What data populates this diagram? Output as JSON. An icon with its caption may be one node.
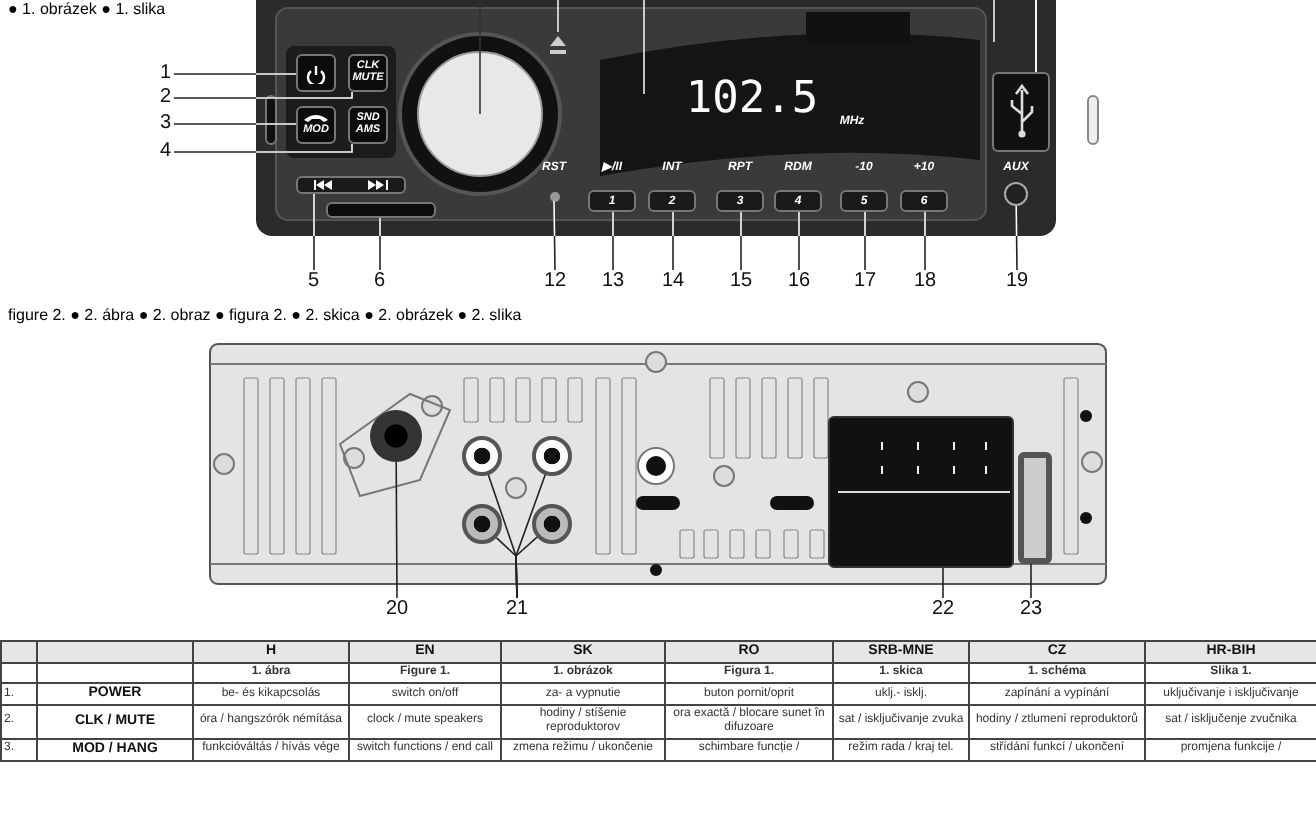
{
  "diagram": {
    "nodes": [
      {
        "text": [
          "1"
        ]
      },
      {
        "text": [
          "2"
        ]
      },
      {
        "text": [
          "3"
        ]
      },
      {
        "text": [
          "4"
        ]
      },
      {
        "text": [
          "5"
        ]
      },
      {
        "text": [
          "6"
        ]
      },
      {
        "text": [
          "12"
        ]
      },
      {
        "text": [
          "13"
        ]
      },
      {
        "text": [
          "14"
        ]
      },
      {
        "text": [
          "15"
        ]
      },
      {
        "text": [
          "16"
        ]
      },
      {
        "text": [
          "17"
        ]
      },
      {
        "text": [
          "18"
        ]
      },
      {
        "text": [
          "19"
        ]
      },
      {
        "text": [
          "20"
        ]
      },
      {
        "text": [
          "21"
        ]
      },
      {
        "text": [
          "22"
        ]
      },
      {
        "text": [
          "23"
        ]
      },
      {
        "text": [],
        "shape": "box"
      },
      {
        "text": [
          "CLK MUTE"
        ]
      },
      {
        "text": [
          "MOD"
        ]
      },
      {
        "text": [
          "SND AMS"
        ]
      },
      {
        "text": [],
        "shape": "box"
      },
      {
        "text": [],
        "shape": "box"
      },
      {
        "text": [],
        "shape": "circle"
      },
      {
        "text": [
          "1"
        ]
      },
      {
        "text": [
          "2"
        ]
      },
      {
        "text": [
          "3"
        ]
      },
      {
        "text": [
          "4"
        ]
      },
      {
        "text": [
          "5"
        ]
      },
      {
        "text": [
          "6"
        ]
      },
      {
        "text": [],
        "shape": "circle",
        "beside": [
          "AUX"
        ]
      },
      {
        "text": [],
        "shape": "circle"
      },
      {
        "text": [],
        "shape": "circle"
      },
      {
        "text": [],
        "shape": "circle"
      },
      {
        "text": [],
        "shape": "circle"
      },
      {
        "text": [],
        "shape": "circle"
      },
      {
        "text": [],
        "shape": "box"
      },
      {
        "text": [],
        "shape": "box"
      },
      {
        "text": [],
        "shape": "box"
      }
    ],
    "edges": [
      {
        "from": 0,
        "to": 18,
        "arrow": "none"
      },
      {
        "from": 1,
        "to": 19,
        "arrow": "none"
      },
      {
        "from": 2,
        "to": 20,
        "arrow": "none"
      },
      {
        "from": 3,
        "to": 21,
        "arrow": "none"
      },
      {
        "from": 4,
        "to": 22,
        "arrow": "none"
      },
      {
        "from": 5,
        "to": 23,
        "arrow": "none"
      },
      {
        "from": 6,
        "to": 24,
        "arrow": "none"
      },
      {
        "from": 7,
        "to": 25,
        "arrow": "none"
      },
      {
        "from": 8,
        "to": 26,
        "arrow": "none"
      },
      {
        "from": 9,
        "to": 27,
        "arrow": "none"
      },
      {
        "from": 10,
        "to": 28,
        "arrow": "none"
      },
      {
        "from": 11,
        "to": 29,
        "arrow": "none"
      },
      {
        "from": 12,
        "to": 30,
        "arrow": "none"
      },
      {
        "from": 13,
        "to": 31,
        "arrow": "none"
      },
      {
        "from": 14,
        "to": 32,
        "arrow": "none"
      },
      {
        "from": 15,
        "to": 33,
        "arrow": "none"
      },
      {
        "from": 15,
        "to": 34,
        "arrow": "none"
      },
      {
        "from": 15,
        "to": 35,
        "arrow": "none"
      },
      {
        "from": 15,
        "to": 36,
        "arrow": "none"
      },
      {
        "from": 16,
        "to": 37,
        "arrow": "none"
      },
      {
        "from": 17,
        "to": 38,
        "arrow": "none"
      },
      {
        "from": null,
        "to": 39,
        "arrow": "none",
        "color": "#ffffff"
      }
    ],
    "labels": [
      "● 1. obrázek ● 1. slika",
      "RST",
      "▶/II",
      "INT",
      "RPT",
      "RDM",
      "-10",
      "+10",
      "102.5",
      "MHz",
      "figure 2. ● 2. ábra ● 2. obraz ● figura 2. ● 2. skica ● 2. obrázek ● 2. slika",
      "H",
      "EN",
      "SK",
      "RO",
      "SRB-MNE",
      "CZ",
      "HR-BIH",
      "1. ábra",
      "Figure 1.",
      "1. obrázok",
      "Figura 1.",
      "1. skica",
      "1. schéma",
      "Slika 1.",
      "1.",
      "POWER",
      "be- és kikapcsolás",
      "switch on/off",
      "za- a vypnutie",
      "buton pornit/oprit",
      "uklj.- isklj.",
      "zapínání a vypínání",
      "uključivanje i isključivanje",
      "2.",
      "CLK / MUTE",
      "óra / hangszórók némítása",
      "clock / mute speakers",
      "hodiny / stíšenie reproduktorov",
      "ora exactă / blocare sunet în difuzoare",
      "sat / isključivanje zvuka",
      "hodiny / ztlumení reproduktorů",
      "sat / isključenje zvučnika",
      "3.",
      "MOD / HANG",
      "funkcióváltás / hívás vége",
      "switch functions / end call",
      "zmena režimu / ukončenie",
      "schimbare funcție /",
      "režim rada / kraj tel.",
      "střídání funkcí / ukončení",
      "promjena funkcije /"
    ]
  }
}
